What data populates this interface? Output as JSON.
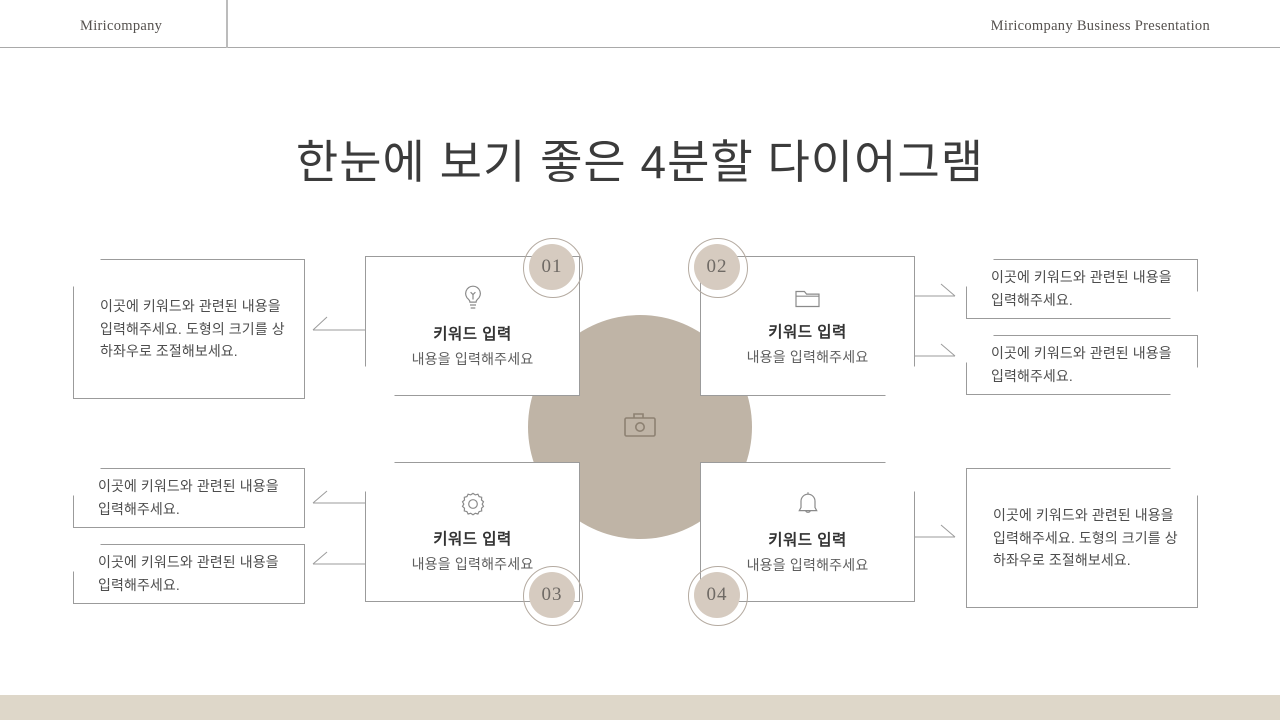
{
  "header": {
    "brand": "Miricompany",
    "title": "Miricompany Business Presentation"
  },
  "page_title": "한눈에 보기 좋은 4분할 다이어그램",
  "center": {
    "icon": "camera-icon"
  },
  "quadrants": [
    {
      "number": "01",
      "icon": "lightbulb-icon",
      "title": "키워드 입력",
      "subtitle": "내용을 입력해주세요"
    },
    {
      "number": "02",
      "icon": "folder-icon",
      "title": "키워드 입력",
      "subtitle": "내용을 입력해주세요"
    },
    {
      "number": "03",
      "icon": "gear-icon",
      "title": "키워드 입력",
      "subtitle": "내용을 입력해주세요"
    },
    {
      "number": "04",
      "icon": "bell-icon",
      "title": "키워드 입력",
      "subtitle": "내용을 입력해주세요"
    }
  ],
  "callouts": [
    {
      "id": "box-1",
      "text": "이곳에 키워드와 관련된 내용을 입력해주세요. 도형의 크기를 상하좌우로 조절해보세요."
    },
    {
      "id": "box-2",
      "text": "이곳에 키워드와 관련된 내용을 입력해주세요."
    },
    {
      "id": "box-3",
      "text": "이곳에 키워드와 관련된 내용을 입력해주세요."
    },
    {
      "id": "box-4",
      "text": "이곳에 키워드와 관련된 내용을 입력해주세요."
    },
    {
      "id": "box-5",
      "text": "이곳에 키워드와 관련된 내용을 입력해주세요."
    },
    {
      "id": "box-6",
      "text": "이곳에 키워드와 관련된 내용을 입력해주세요. 도형의 크기를 상하좌우로 조절해보세요."
    }
  ],
  "colors": {
    "center_circle": "#bfb4a6",
    "badge": "#d6cbc0",
    "footer_bar": "#ded7c9",
    "outline": "#9b9b9b",
    "text": "#4d4d4d"
  }
}
